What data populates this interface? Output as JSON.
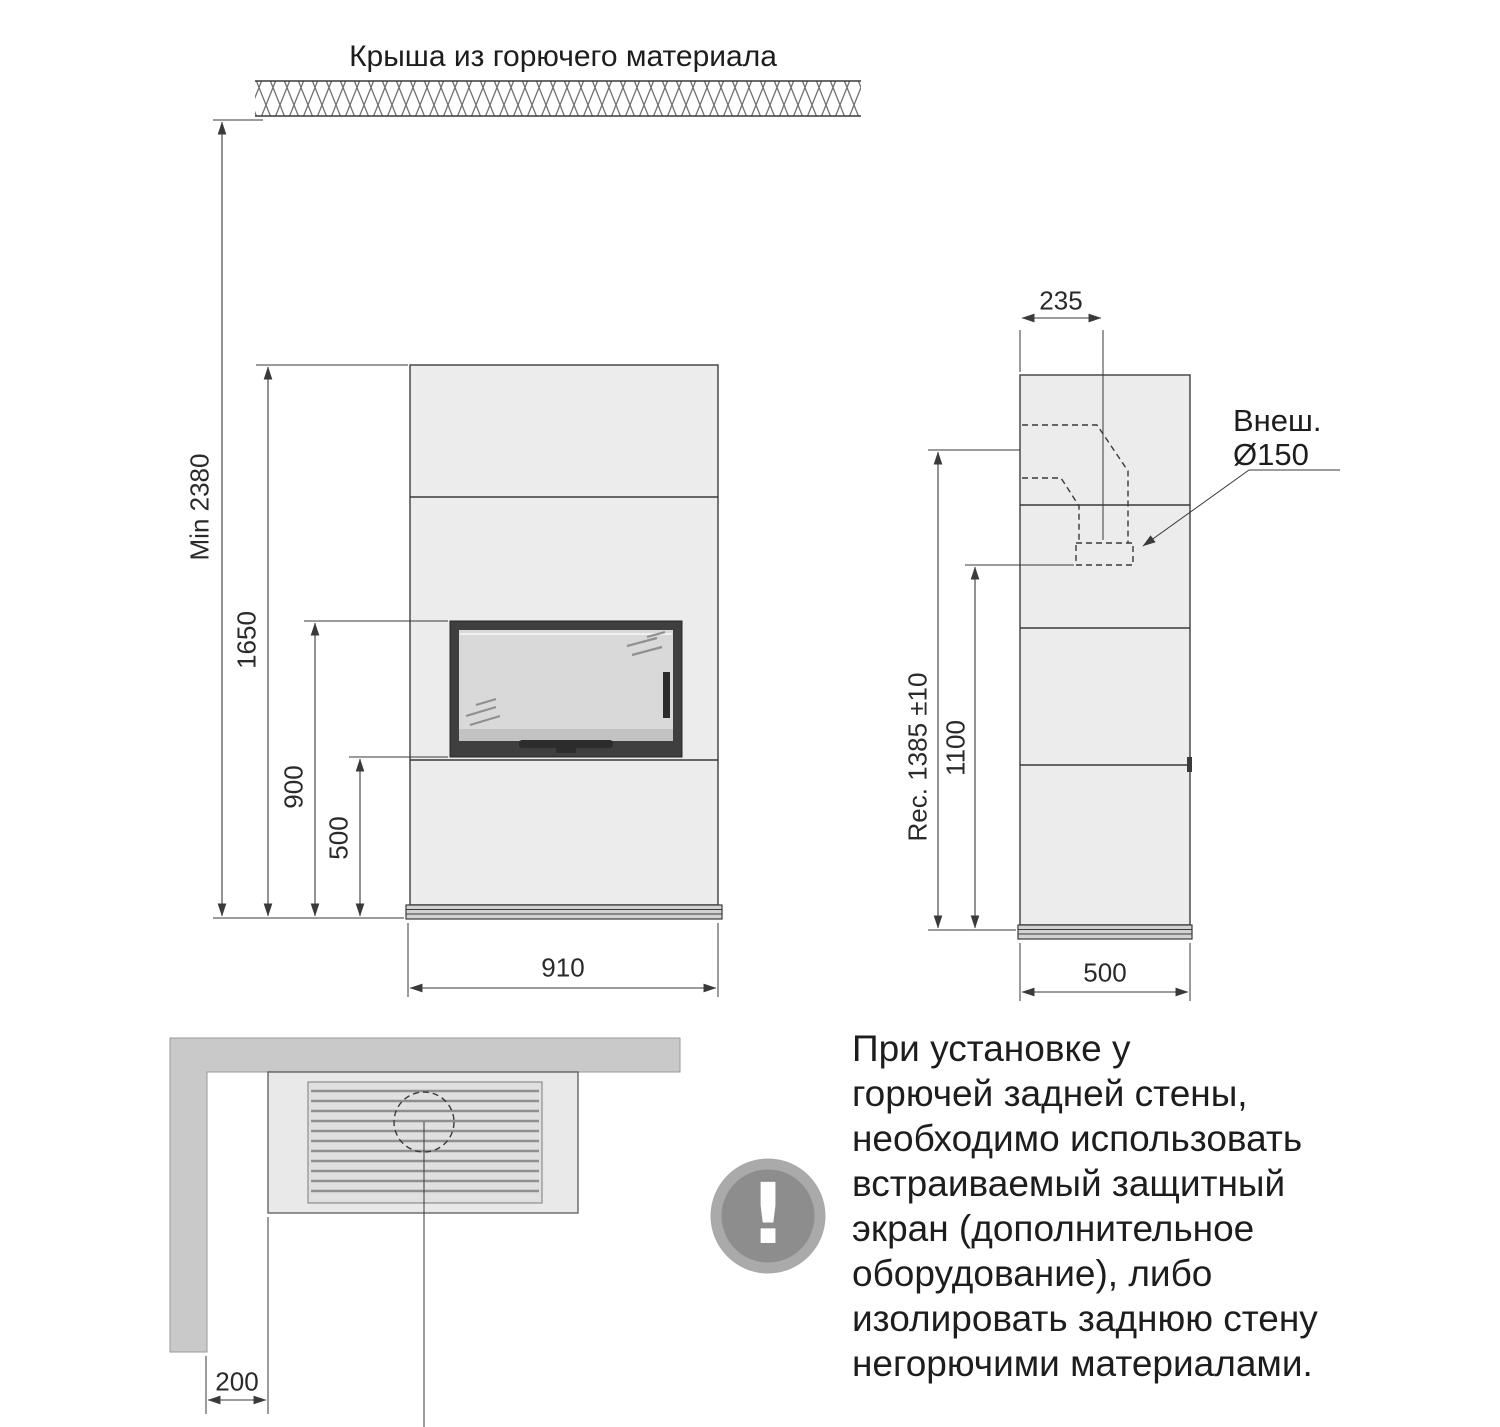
{
  "colors": {
    "line": "#3a3a3a",
    "body_fill": "#ececec",
    "wall_fill": "#c9c9c9",
    "firebox_frame": "#3f3f3f",
    "glass_fill": "#d9d9d9",
    "warning_ring": "#aaaaaa",
    "warning_disk": "#8d8d8d",
    "text": "#1d1d1d"
  },
  "roof": {
    "label": "Крыша из горючего материала"
  },
  "front_view": {
    "dims": {
      "total_height": "Min 2380",
      "body_height": "1650",
      "glass_top_height": "900",
      "glass_bottom_height": "500",
      "width": "910"
    }
  },
  "side_view": {
    "dims": {
      "flue_center_offset": "235",
      "flue_outer_label": "Внеш.",
      "flue_outer_diameter": "Ø150",
      "recommended_connection_height": "Rec. 1385 ±10",
      "outlet_height": "1100",
      "depth": "500"
    }
  },
  "top_view": {
    "dims": {
      "rear_clearance": "200"
    }
  },
  "warning": {
    "icon": "!",
    "lines": [
      "При установке у",
      "горючей задней стены,",
      "необходимо использовать",
      "встраиваемый защитный",
      "экран (дополнительное",
      "оборудование), либо",
      "изолировать заднюю стену",
      "негорючими материалами."
    ]
  }
}
